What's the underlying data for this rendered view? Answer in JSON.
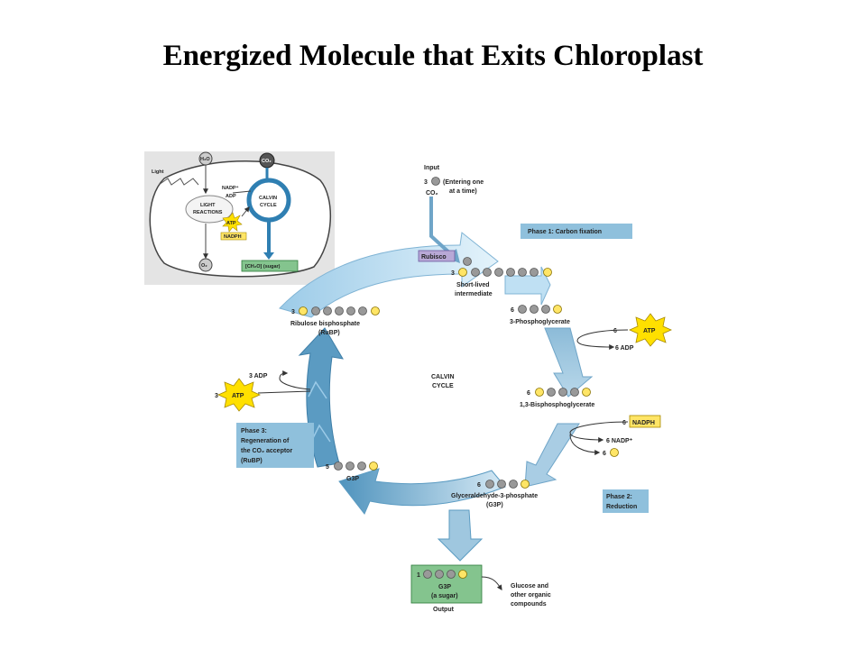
{
  "title": "Energized Molecule that Exits Chloroplast",
  "inset": {
    "light": "Light",
    "h2o": "H₂O",
    "co2": "CO₂",
    "nadp": "NADP⁺",
    "adp": "ADP",
    "light_reactions_1": "LIGHT",
    "light_reactions_2": "REACTIONS",
    "calvin_1": "CALVIN",
    "calvin_2": "CYCLE",
    "atp": "ATP",
    "nadph": "NADPH",
    "o2": "O₂",
    "sugar": "[CH₂O] (sugar)"
  },
  "input": {
    "label": "Input",
    "count": "3",
    "desc_1": "(Entering one",
    "desc_2": "at a time)",
    "molecule": "CO₂"
  },
  "rubisco": "Rubisco",
  "phases": {
    "phase1": "Phase 1: Carbon fixation",
    "phase2_1": "Phase 2:",
    "phase2_2": "Reduction",
    "phase3_1": "Phase 3:",
    "phase3_2": "Regeneration of",
    "phase3_3": "the CO₂ acceptor",
    "phase3_4": "(RuBP)"
  },
  "molecules": {
    "intermediate_count": "3",
    "intermediate_1": "Short-lived",
    "intermediate_2": "intermediate",
    "pga_count": "6",
    "pga": "3-Phosphoglycerate",
    "bpg_count": "6",
    "bpg": "1,3-Bisphosphoglycerate",
    "g3p6_count": "6",
    "g3p6_1": "Glyceraldehyde-3-phosphate",
    "g3p6_2": "(G3P)",
    "g3p5_count": "5",
    "g3p5": "G3P",
    "rubp_count": "3",
    "rubp_1": "Ribulose bisphosphate",
    "rubp_2": "(RuBP)"
  },
  "cycle_label_1": "CALVIN",
  "cycle_label_2": "CYCLE",
  "cofactors": {
    "atp_in_count": "6",
    "atp": "ATP",
    "adp_out": "6 ADP",
    "nadph_count": "6",
    "nadph": "NADPH",
    "nadp_out": "6 NADP⁺",
    "pi_count": "6",
    "regen_adp": "3 ADP",
    "regen_atp_count": "3"
  },
  "output": {
    "count": "1",
    "name": "G3P",
    "desc": "(a sugar)",
    "label": "Output",
    "dest_1": "Glucose and",
    "dest_2": "other organic",
    "dest_3": "compounds"
  },
  "colors": {
    "arrow_blue": "#5b9bc2",
    "arrow_light": "#c8e4f4",
    "phase_box": "#8fc0dc",
    "output_box": "#84c48e",
    "atp_burst": "#ffe000",
    "inset_bg": "#e4e4e4",
    "rubisco_box": "#b8a8d6"
  }
}
